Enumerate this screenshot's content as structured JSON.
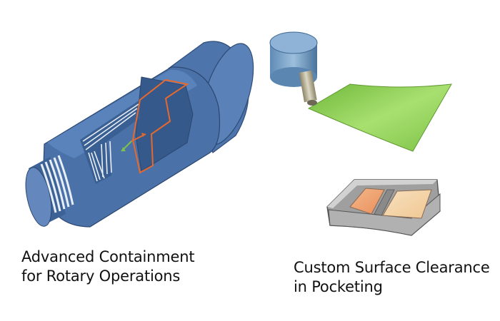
{
  "captions": {
    "rotary": {
      "line1": "Advanced Containment",
      "line2": "for Rotary Operations"
    },
    "pocketing": {
      "line1": "Custom Surface Clearance",
      "line2": "in Pocketing"
    }
  },
  "colors": {
    "part_blue": "#4a71a8",
    "part_dark": "#2e4c78",
    "toolpath": "#e8eef6",
    "containment": "#e5692e",
    "surface_green": "#8fd04a",
    "pocket_gray": "#a6a6a6",
    "pocket_floor_left": "#f0a877",
    "pocket_floor_right": "#f3d3a8"
  }
}
